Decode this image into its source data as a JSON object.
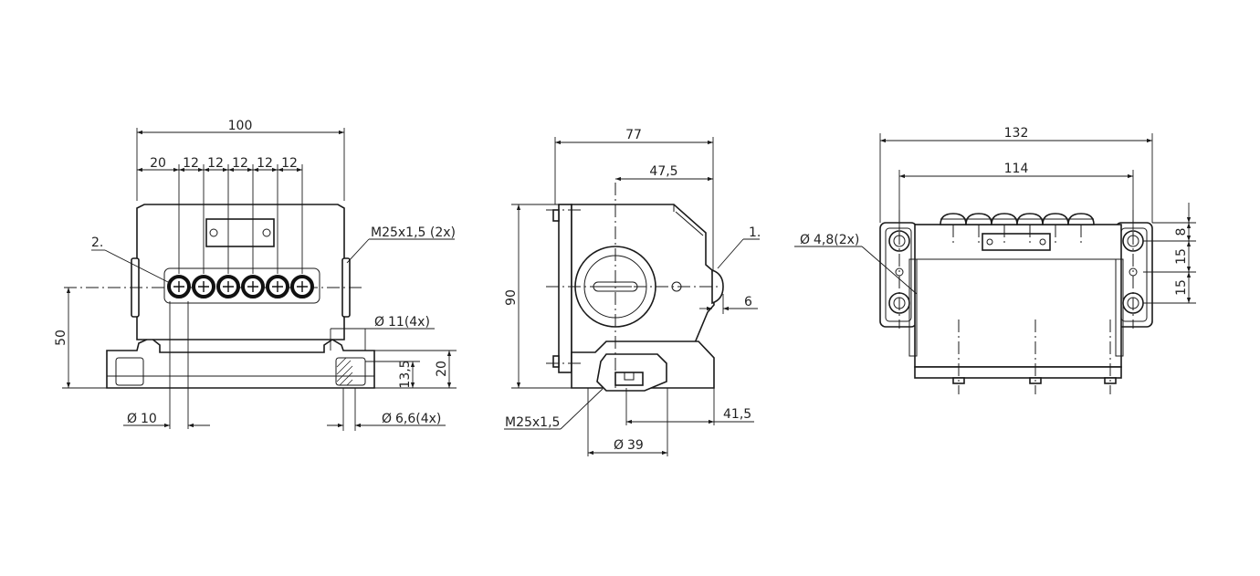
{
  "colors": {
    "line": "#1a1a1a",
    "background": "#ffffff"
  },
  "front_view": {
    "overall_width": "100",
    "first_offset": "20",
    "pitches": [
      "12",
      "12",
      "12",
      "12",
      "12"
    ],
    "height_to_axis": "50",
    "thread_label": "M25x1,5 (2x)",
    "mount_hole_large": "11(4x)",
    "mount_hole_small": "6,6(4x)",
    "plunger_diameter": "10",
    "base_height": "20",
    "hole_depth": "13,5",
    "callout": "2."
  },
  "side_view": {
    "overall_depth": "77",
    "axis_offset": "47,5",
    "overall_height": "90",
    "pin_offset": "6",
    "callout": "1.",
    "thread_label": "M25x1,5",
    "bottom_offset": "41,5",
    "flange_diameter": "39"
  },
  "top_view": {
    "overall_width": "132",
    "hole_spacing": "114",
    "hole_label": "4,8(2x)",
    "vertical_dims": [
      "8",
      "15",
      "15"
    ]
  },
  "symbols": {
    "diameter": "Ø"
  }
}
